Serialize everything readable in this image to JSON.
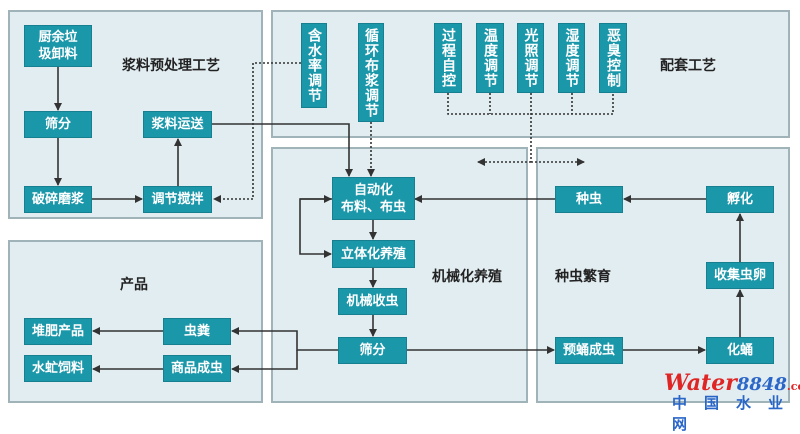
{
  "panels": {
    "pretreatment": {
      "title": "浆料预处理工艺"
    },
    "support": {
      "title": "配套工艺"
    },
    "mechanized": {
      "title": "机械化养殖"
    },
    "breeding": {
      "title": "种虫繁育"
    },
    "products": {
      "title": "产品"
    }
  },
  "pretreatment": {
    "unload": "厨余垃圾卸料",
    "screen": "筛分",
    "crush": "破碎磨浆",
    "transport": "浆料运送",
    "mix": "调节搅拌"
  },
  "support": {
    "items": [
      "含水率调节",
      "循环布浆调节",
      "过程自控",
      "温度调节",
      "光照调节",
      "湿度调节",
      "恶臭控制"
    ]
  },
  "mechanized": {
    "auto_line1": "自动化",
    "auto_line2": "布料、布虫",
    "stereo": "立体化养殖",
    "harvest": "机械收虫",
    "screen": "筛分"
  },
  "breeding": {
    "seed": "种虫",
    "hatch": "孵化",
    "eggs": "收集虫卵",
    "pupate": "化蛹",
    "prepupa": "预蛹成虫"
  },
  "products": {
    "compost": "堆肥产品",
    "feed": "水虻饲料",
    "frass": "虫粪",
    "adult": "商品成虫"
  },
  "watermark": {
    "brand": "Water",
    "num": "8848",
    "com": ".com",
    "cn": "中国水业网"
  },
  "colors": {
    "box": "#1b97aa",
    "panel": "#e2edf1",
    "line": "#333333"
  }
}
